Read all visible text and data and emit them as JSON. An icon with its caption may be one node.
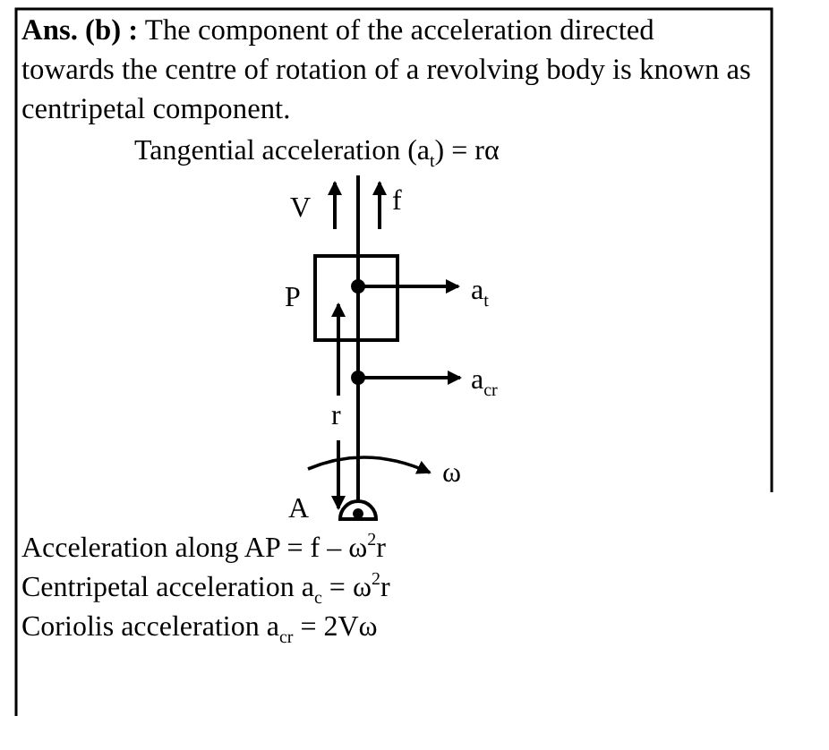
{
  "diagram": {
    "labels": [
      "**Ans. (b) :** The component of the acceleration directed towards the centre of rotation of a revolving body is known as centripetal component.",
      "Tangential acceleration (a$_{t}$) = rα",
      "V",
      "f",
      "P",
      "a$_{t}$",
      "a$_{cr}$",
      "r",
      "ω",
      "A",
      "Acceleration along AP = f – ω$^{2}$r",
      "Centripetal acceleration a$_{c}$ = ω$^{2}$r",
      "Coriolis acceleration  a$_{cr}$ = 2Vω"
    ]
  }
}
